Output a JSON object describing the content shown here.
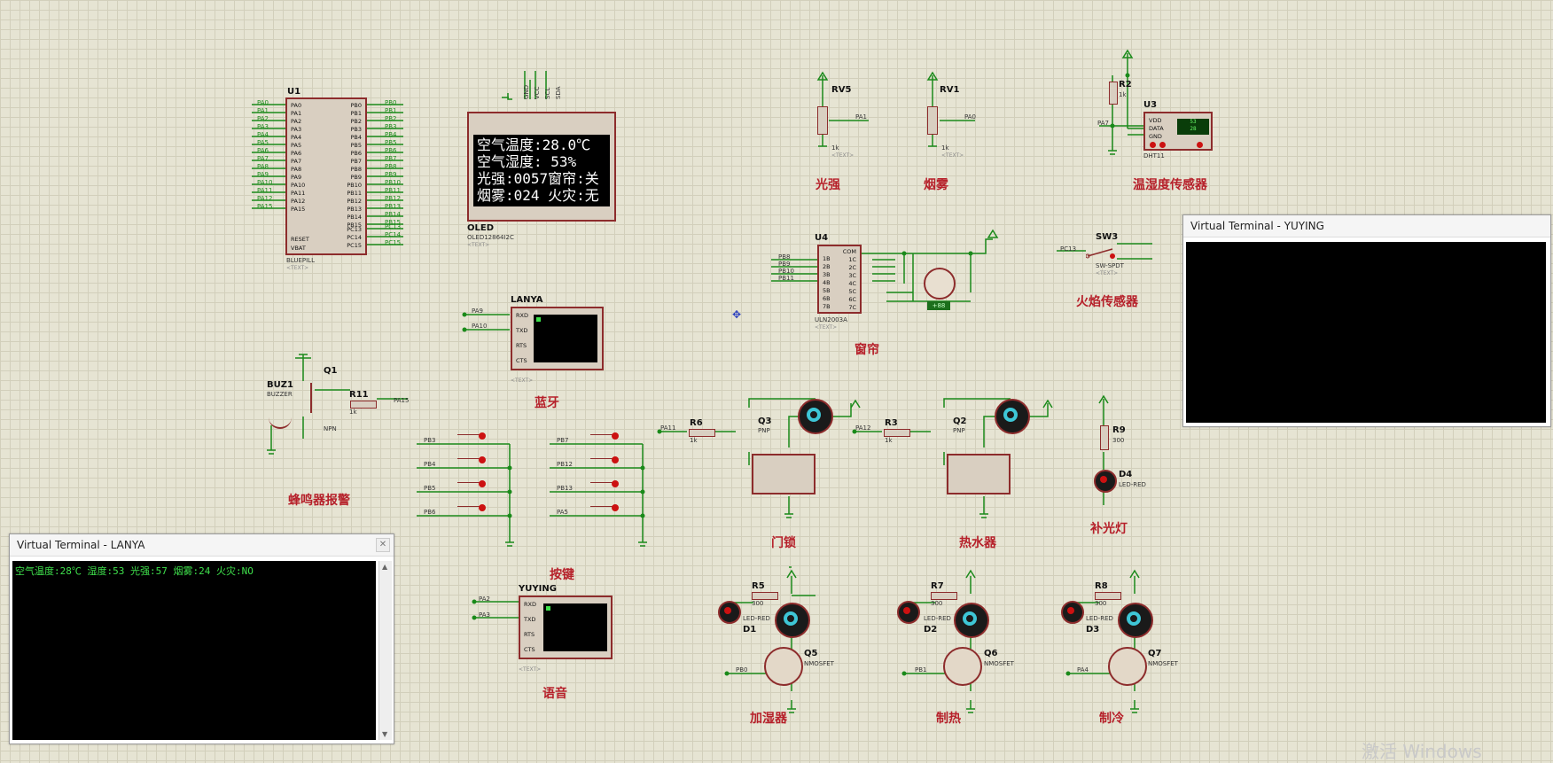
{
  "mcu": {
    "ref": "U1",
    "part": "BLUEPILL",
    "text": "<TEXT>",
    "left_pins": [
      "PA0",
      "PA1",
      "PA2",
      "PA3",
      "PA4",
      "PA5",
      "PA6",
      "PA7",
      "PA8",
      "PA9",
      "PA10",
      "PA11",
      "PA12",
      "PA15"
    ],
    "right_pins": [
      "PB0",
      "PB1",
      "PB2",
      "PB3",
      "PB4",
      "PB5",
      "PB6",
      "PB7",
      "PB8",
      "PB9",
      "PB10",
      "PB11",
      "PB12",
      "PB13",
      "PB14",
      "PB15"
    ],
    "right_pins2": [
      "PC13",
      "PC14",
      "PC15"
    ],
    "bottom_pins": [
      "RESET",
      "VBAT"
    ]
  },
  "oled": {
    "ref": "OLED",
    "part": "OLED12864I2C",
    "text": "<TEXT>",
    "pins": [
      "GND",
      "VCC",
      "SCL",
      "SDA"
    ],
    "lines": [
      "空气温度:28.0℃",
      "空气湿度: 53%",
      "光强:0057窗帘:关",
      "烟雾:024 火灾:无"
    ]
  },
  "rv5": {
    "ref": "RV5",
    "val": "1k",
    "net": "PA1",
    "text": "<TEXT>",
    "caption": "光强"
  },
  "rv1": {
    "ref": "RV1",
    "val": "1k",
    "net": "PA0",
    "text": "<TEXT>",
    "caption": "烟雾"
  },
  "dht": {
    "ref": "U3",
    "r": "R2",
    "rval": "1k",
    "net": "PA7",
    "part": "DHT11",
    "pins": [
      "VDD",
      "DATA",
      "GND"
    ],
    "display": [
      "53",
      "28"
    ],
    "caption": "温湿度传感器"
  },
  "uln": {
    "ref": "U4",
    "part": "ULN2003A",
    "text": "<TEXT>",
    "nets": [
      "PB8",
      "PB9",
      "PB10",
      "PB11"
    ],
    "in_pins": [
      "1B",
      "2B",
      "3B",
      "4B",
      "5B",
      "6B",
      "7B"
    ],
    "out_pins": [
      "COM",
      "1C",
      "2C",
      "3C",
      "4C",
      "5C",
      "6C",
      "7C"
    ],
    "motor_val": "+88",
    "caption": "窗帘"
  },
  "sw3": {
    "ref": "SW3",
    "part": "SW-SPDT",
    "net": "PC13",
    "text": "<TEXT>",
    "caption": "火焰传感器"
  },
  "lanya": {
    "ref": "LANYA",
    "nets": [
      "PA9",
      "PA10"
    ],
    "pins": [
      "RXD",
      "TXD",
      "RTS",
      "CTS"
    ],
    "text": "<TEXT>",
    "caption": "蓝牙"
  },
  "yuying": {
    "ref": "YUYING",
    "nets": [
      "PA2",
      "PA3"
    ],
    "pins": [
      "RXD",
      "TXD",
      "RTS",
      "CTS"
    ],
    "text": "<TEXT>",
    "caption": "语音"
  },
  "buzzer": {
    "ref": "BUZ1",
    "part": "BUZZER",
    "q": "Q1",
    "qtype": "NPN",
    "r": "R11",
    "rval": "1k",
    "net": "PA15",
    "caption": "蜂鸣器报警"
  },
  "buttons": {
    "left_nets": [
      "PB3",
      "PB4",
      "PB5",
      "PB6"
    ],
    "right_nets": [
      "PB7",
      "PB12",
      "PB13",
      "PA5"
    ],
    "caption": "按键"
  },
  "door": {
    "r": "R6",
    "rval": "1k",
    "q": "Q3",
    "qtype": "PNP",
    "net": "PA11",
    "caption": "门锁"
  },
  "heater": {
    "r": "R3",
    "rval": "1k",
    "q": "Q2",
    "qtype": "PNP",
    "net": "PA12",
    "caption": "热水器"
  },
  "light": {
    "r": "R9",
    "rval": "300",
    "d": "D4",
    "dpart": "LED-RED",
    "caption": "补光灯"
  },
  "humid": {
    "r": "R5",
    "rval": "300",
    "d": "D1",
    "dpart": "LED-RED",
    "q": "Q5",
    "qpart": "NMOSFET",
    "net": "PB0",
    "caption": "加湿器"
  },
  "heat": {
    "r": "R7",
    "rval": "300",
    "d": "D2",
    "dpart": "LED-RED",
    "q": "Q6",
    "qpart": "NMOSFET",
    "net": "PB1",
    "caption": "制热"
  },
  "cool": {
    "r": "R8",
    "rval": "300",
    "d": "D3",
    "dpart": "LED-RED",
    "q": "Q7",
    "qpart": "NMOSFET",
    "net": "PA4",
    "caption": "制冷"
  },
  "term_yuying": {
    "title": "Virtual Terminal - YUYING"
  },
  "term_lanya": {
    "title": "Virtual Terminal - LANYA",
    "output": "空气温度:28℃ 湿度:53 光强:57 烟雾:24 火灾:NO"
  },
  "watermark": "激活 Windows",
  "placeholder": "<TEXT>",
  "colors": {
    "wire": "#1a8a1a",
    "component": "#8d2c2c",
    "body": "#d9cfc1",
    "caption": "#b6202a"
  }
}
